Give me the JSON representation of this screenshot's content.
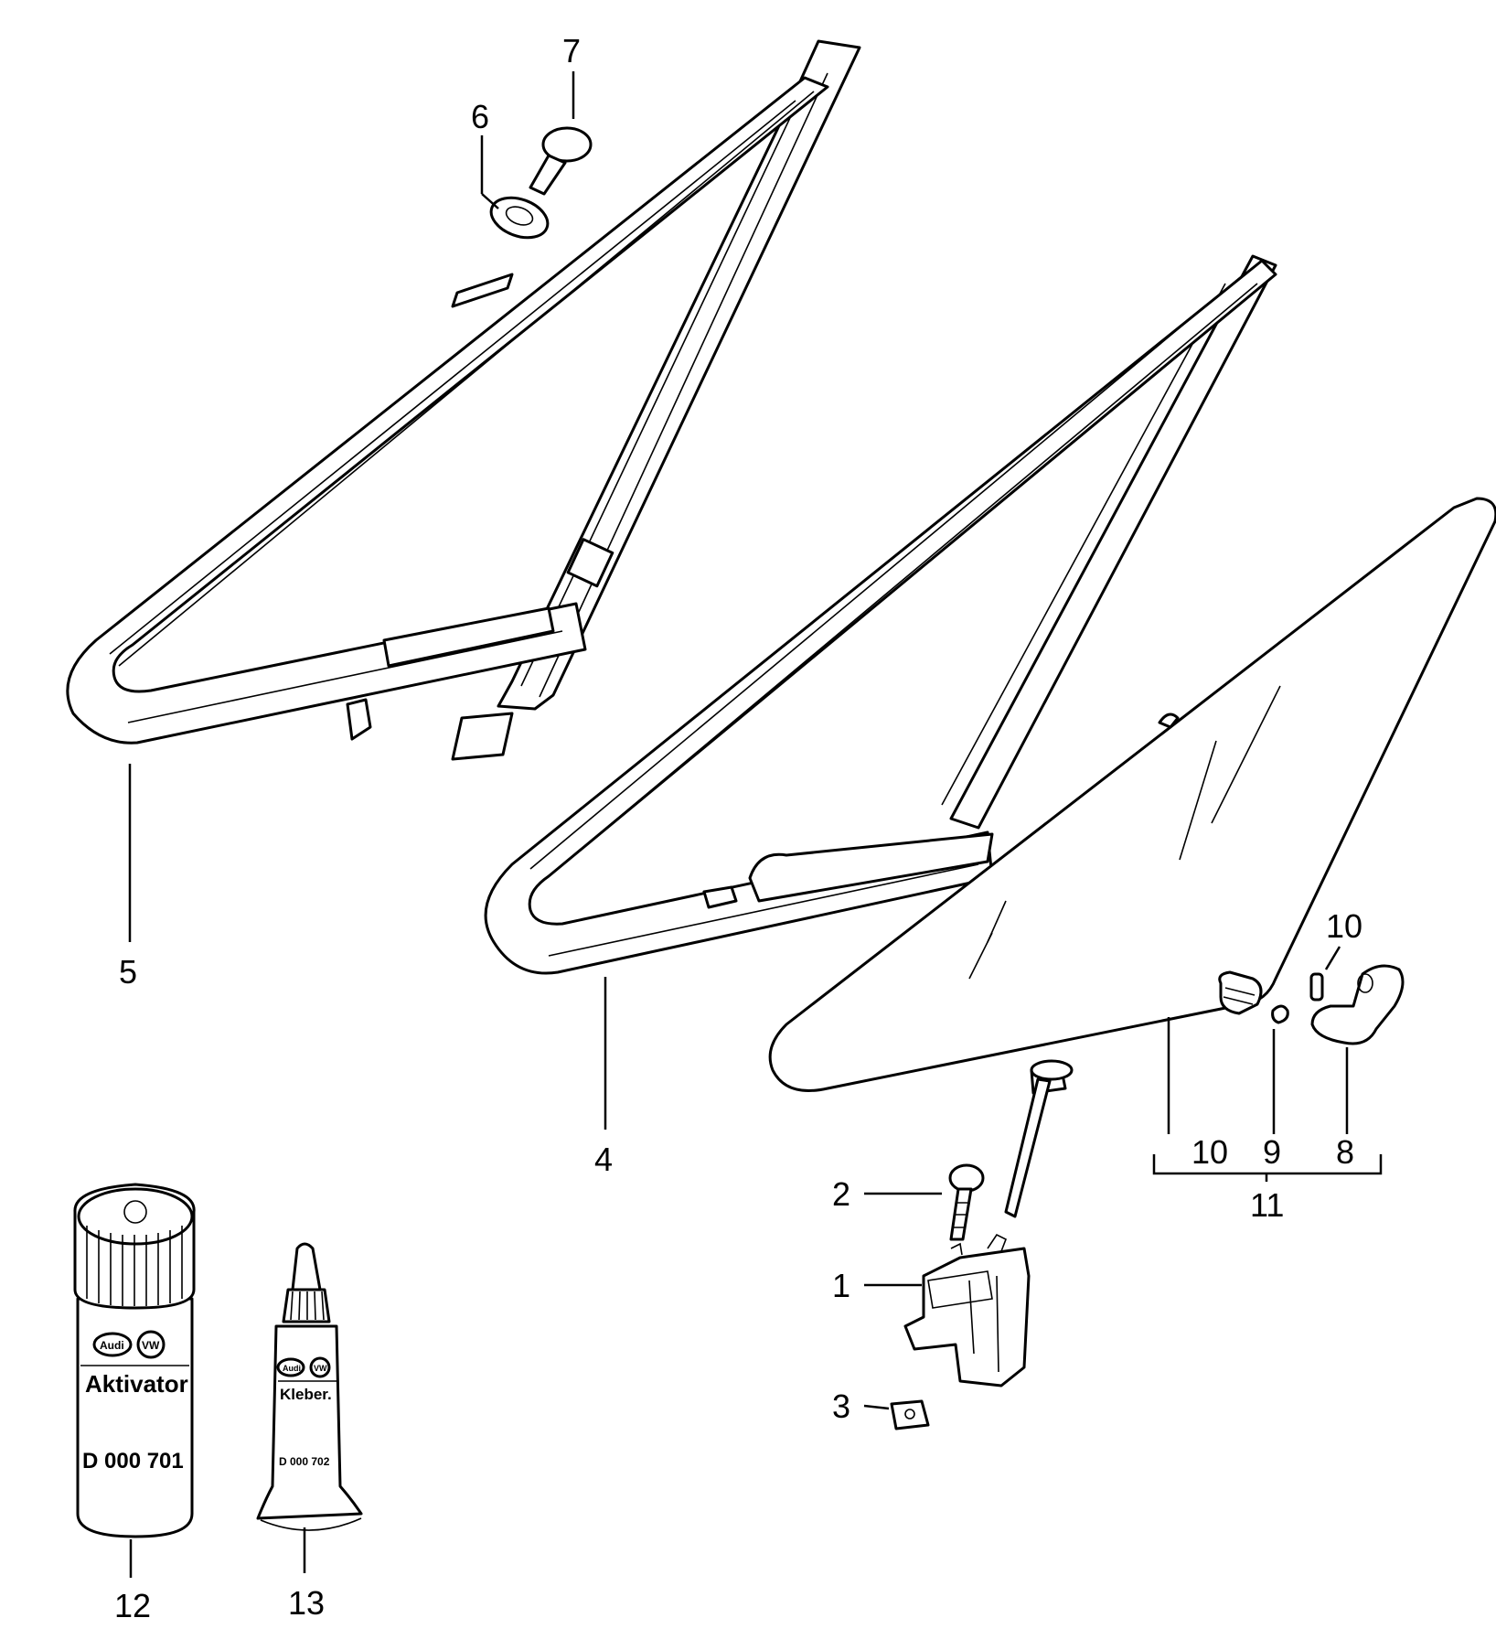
{
  "diagram": {
    "callouts": {
      "c1": "1",
      "c2": "2",
      "c3": "3",
      "c4": "4",
      "c5": "5",
      "c6": "6",
      "c7": "7",
      "c8": "8",
      "c9": "9",
      "c10a": "10",
      "c10b": "10",
      "c11": "11",
      "c12": "12",
      "c13": "13"
    },
    "activator_can": {
      "name": "Aktivator",
      "code": "D 000 701",
      "brand_left": "Audi",
      "brand_right": "VW"
    },
    "adhesive_tube": {
      "name": "Kleber.",
      "code": "D 000 702",
      "brand_left": "Audi",
      "brand_right": "VW"
    }
  }
}
